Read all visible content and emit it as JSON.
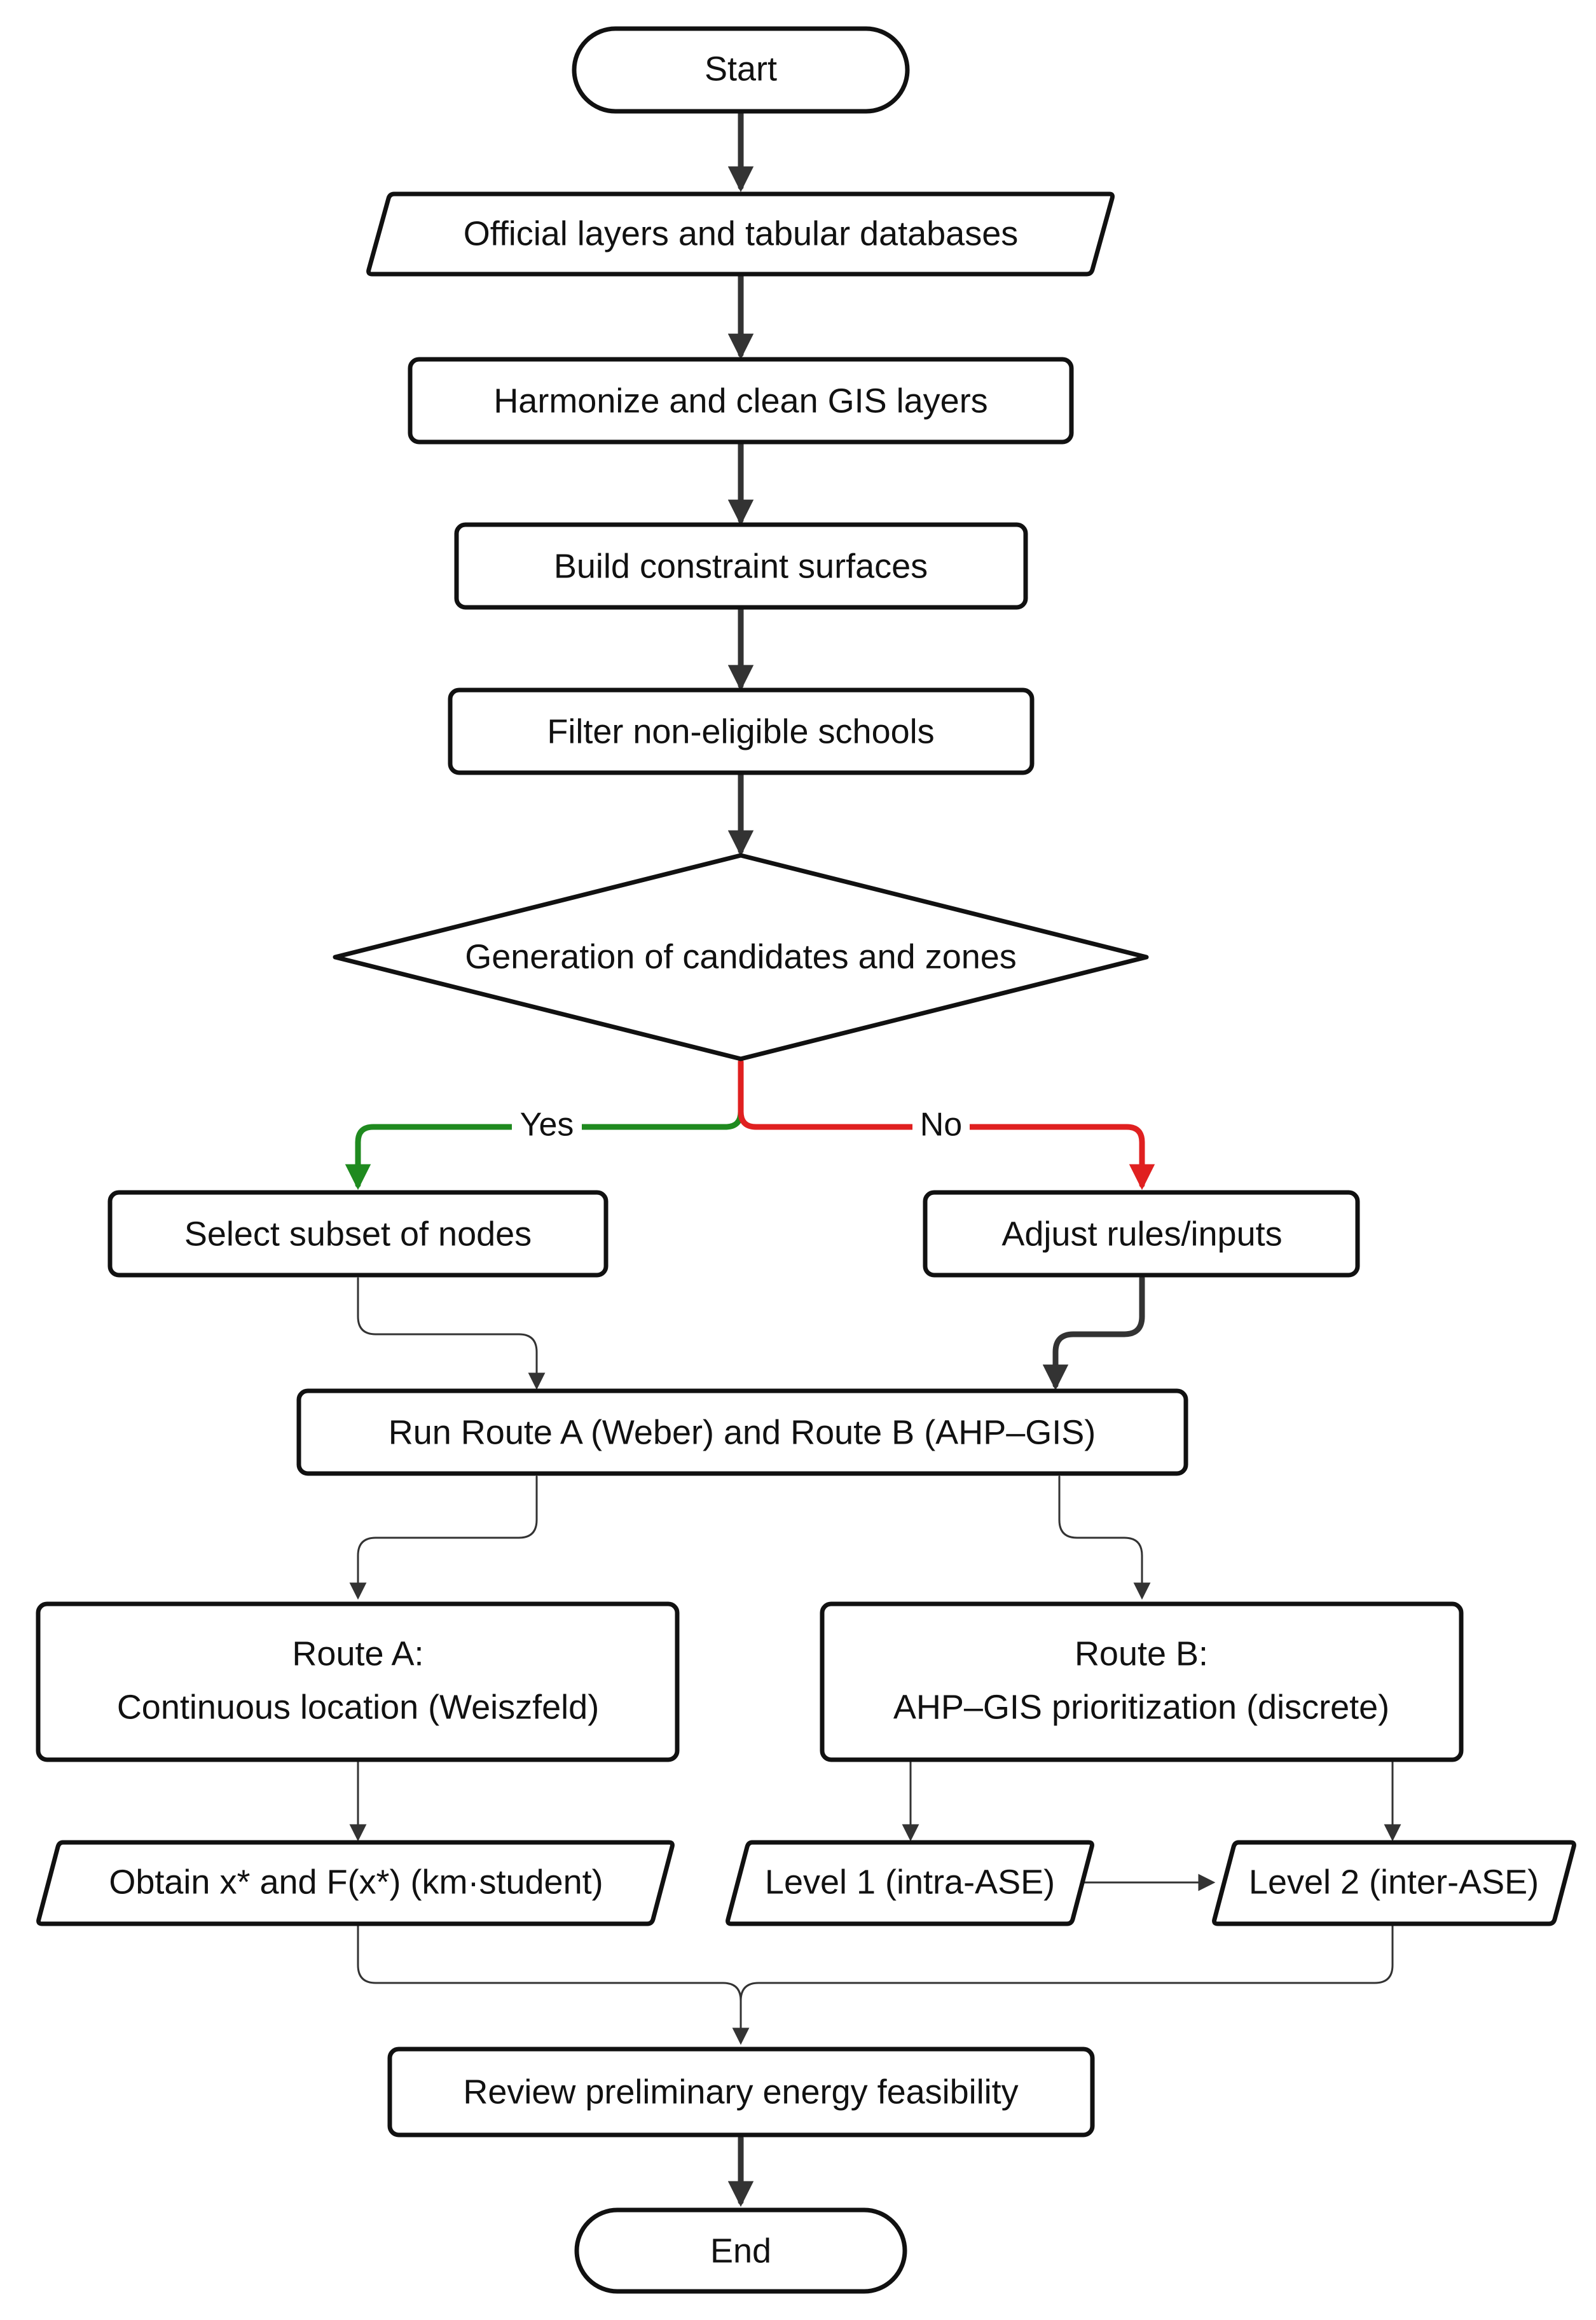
{
  "nodes": {
    "start": "Start",
    "official_layers": "Official layers and tabular databases",
    "harmonize": "Harmonize and clean GIS layers",
    "constraints": "Build constraint surfaces",
    "filter": "Filter non-eligible schools",
    "generation": "Generation of candidates and zones",
    "select_subset": "Select subset of nodes",
    "adjust_rules": "Adjust rules/inputs",
    "run_routes": "Run Route A (Weber) and Route B (AHP–GIS)",
    "route_a_title": "Route A:",
    "route_a_desc": "Continuous location (Weiszfeld)",
    "route_b_title": "Route B:",
    "route_b_desc": "AHP–GIS prioritization (discrete)",
    "obtain": "Obtain x* and F(x*) (km·student)",
    "level1": "Level 1 (intra-ASE)",
    "level2": "Level 2 (inter-ASE)",
    "review": "Review preliminary energy feasibility",
    "end": "End"
  },
  "edge_labels": {
    "yes": "Yes",
    "no": "No"
  },
  "colors": {
    "yes_branch": "#1f8a1f",
    "no_branch": "#e02020",
    "line": "#333333",
    "border": "#111111"
  }
}
